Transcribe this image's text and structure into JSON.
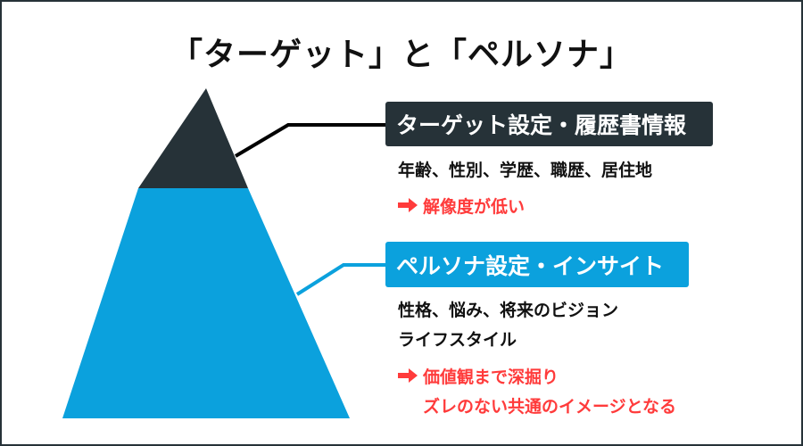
{
  "title": "「ターゲット」と「ペルソナ」",
  "colors": {
    "dark": "#263238",
    "blue": "#0ba1dd",
    "accent_red": "#ff3b3b",
    "text": "#111111"
  },
  "target": {
    "label": "ターゲット設定・履歴書情報",
    "attributes": "年齢、性別、学歴、職歴、居住地",
    "note_icon": "right-arrow-icon",
    "note": "解像度が低い"
  },
  "persona": {
    "label": "ペルソナ設定・インサイト",
    "attributes_line1": "性格、悩み、将来のビジョン",
    "attributes_line2": "ライフスタイル",
    "note_icon": "right-arrow-icon",
    "note_line1": "価値観まで深掘り",
    "note_line2": "ズレのない共通のイメージとなる"
  }
}
